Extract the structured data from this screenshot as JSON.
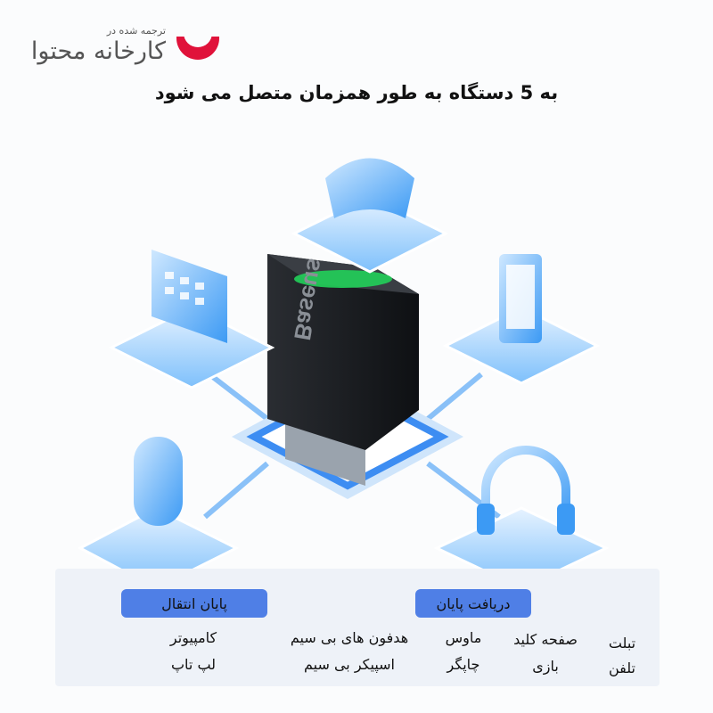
{
  "logo": {
    "subtitle": "ترجمه شده در",
    "name": "کارخانه محتوا",
    "accent": "#e0123a"
  },
  "headline": "به 5 دستگاه به طور همزمان متصل می شود",
  "device": {
    "brand": "Baseus",
    "led_color": "#22d05a"
  },
  "panel": {
    "transmit_label": "پایان انتقال",
    "receive_label": "دریافت پایان",
    "transmit_items": [
      "کامپیوتر",
      "لپ تاپ"
    ],
    "receive_items": [
      [
        "هدفون های بی سیم",
        "اسپیکر بی سیم"
      ],
      [
        "ماوس",
        "چاپگر"
      ],
      [
        "صفحه کلید",
        "بازی"
      ],
      [
        "تبلت",
        "تلفن"
      ]
    ],
    "tag_color": "#4f7fe6"
  }
}
